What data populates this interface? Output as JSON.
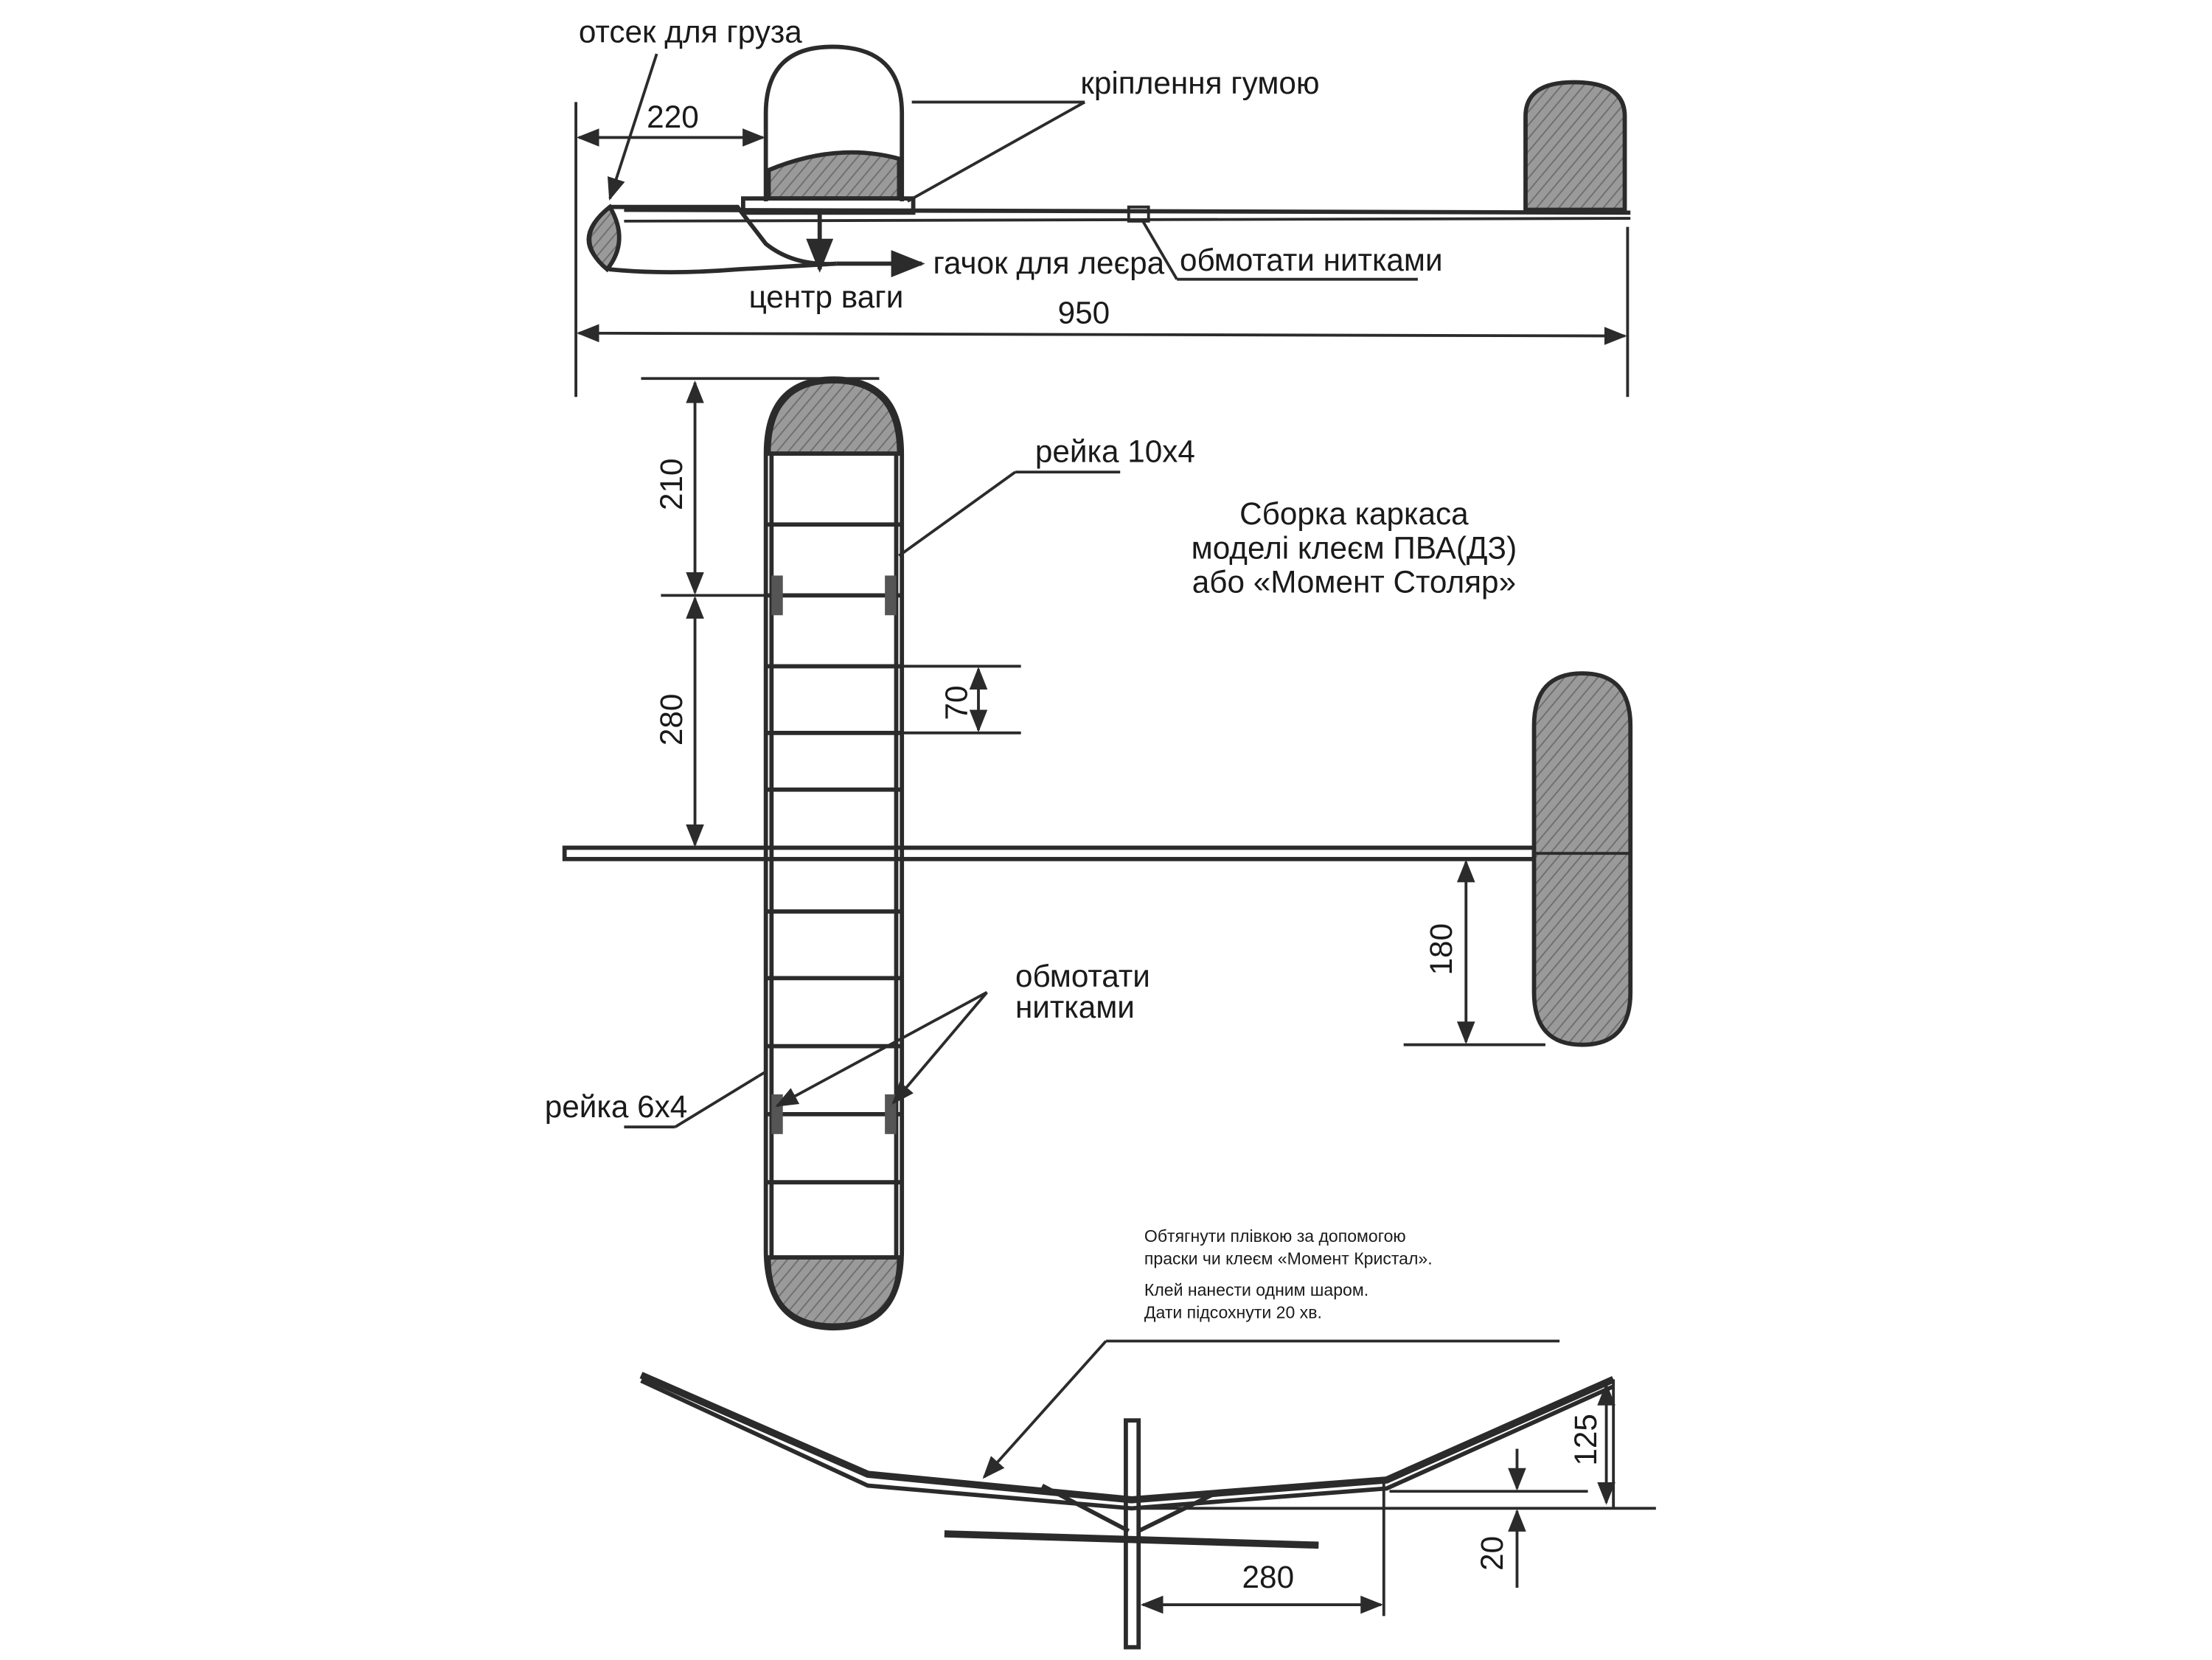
{
  "side_view": {
    "cargo_bay": "отсек для груза",
    "dim_220": "220",
    "rubber_mount": "кріплення гумою",
    "tow_hook": "гачок для леєра",
    "center_of_gravity": "центр ваги",
    "wrap_threads": "обмотати нитками",
    "dim_950": "950"
  },
  "top_view": {
    "rail_10x4": "рейка 10х4",
    "rail_6x4": "рейка 6х4",
    "dim_210": "210",
    "dim_280": "280",
    "dim_70": "70",
    "dim_180": "180",
    "wrap_line1": "обмотати",
    "wrap_line2": "нитками",
    "assembly_note": [
      "Сборка каркаса",
      "моделі клеєм ПВА(ДЗ)",
      "або «Момент Столяр»"
    ]
  },
  "front_view": {
    "film_note": [
      "Обтягнути плівкою за допомогою",
      "праски чи клеєм «Момент Кристал».",
      "Клей нанести одним шаром.",
      "Дати підсохнути 20 хв."
    ],
    "dim_125": "125",
    "dim_20": "20",
    "dim_280": "280"
  },
  "colors": {
    "ink": "#2b2b2b",
    "shade": "#8a8a8a",
    "paper": "#ffffff"
  }
}
